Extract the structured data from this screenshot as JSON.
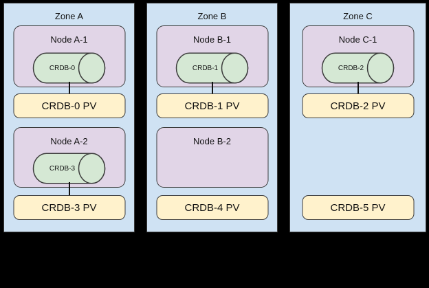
{
  "diagram": {
    "colors": {
      "background": "#000000",
      "zone_fill": "#cfe2f3",
      "node_fill": "#e1d5e7",
      "db_fill": "#d5e8d4",
      "pv_fill": "#fff2cc",
      "border": "#3c3c3c"
    },
    "zones": [
      {
        "label": "Zone A",
        "slots": [
          {
            "node": {
              "label": "Node A-1",
              "db": "CRDB-0"
            },
            "pv": "CRDB-0 PV",
            "connected": true
          },
          {
            "node": {
              "label": "Node A-2",
              "db": "CRDB-3"
            },
            "pv": "CRDB-3 PV",
            "connected": true
          }
        ]
      },
      {
        "label": "Zone B",
        "slots": [
          {
            "node": {
              "label": "Node B-1",
              "db": "CRDB-1"
            },
            "pv": "CRDB-1 PV",
            "connected": true
          },
          {
            "node": {
              "label": "Node B-2",
              "db": null
            },
            "pv": "CRDB-4 PV",
            "connected": false
          }
        ]
      },
      {
        "label": "Zone C",
        "slots": [
          {
            "node": {
              "label": "Node C-1",
              "db": "CRDB-2"
            },
            "pv": "CRDB-2 PV",
            "connected": true
          },
          {
            "node": null,
            "pv": "CRDB-5 PV",
            "connected": false
          }
        ]
      }
    ]
  }
}
